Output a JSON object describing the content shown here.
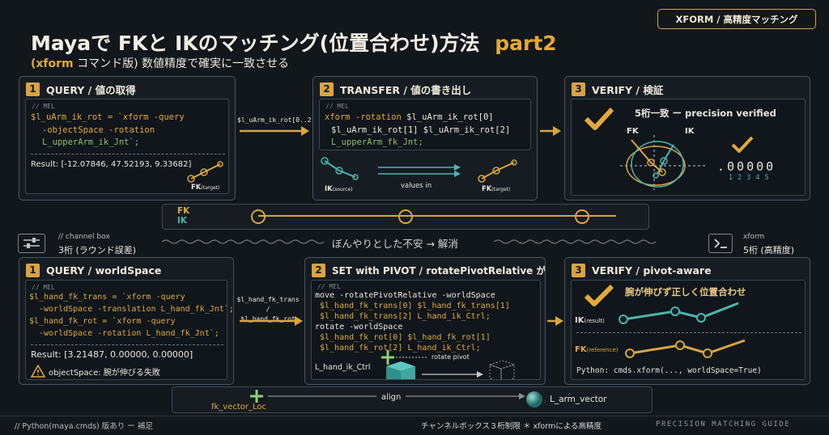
{
  "title": {
    "main_prefix": "Mayaで FKと IKのマッチング(位置合わせ)方法",
    "main_suffix": "part2",
    "sub_tag": "(xform",
    "sub_rest": "コマンド版) 数値精度で確実に一致させる",
    "badge": "XFORM / 高精度マッチング"
  },
  "top": {
    "query": {
      "num": "1",
      "title": "QUERY / 値の取得",
      "comment": "// MEL",
      "lines": [
        "$l_uArm_ik_rot = `xform -query",
        "-objectSpace -rotation",
        "L_upperArm_ik_Jnt`;"
      ],
      "result": "Result: [-12.07846, 47.52193, 9.33682]",
      "fk_label": "FK",
      "fk_sub": "(target)"
    },
    "arrow1_label": "$l_uArm_ik_rot[0..2]",
    "transfer": {
      "num": "2",
      "title": "TRANSFER / 値の書き出し",
      "comment": "// MEL",
      "line1_a": "xform -rotation ",
      "line1_b": "$l_uArm_ik_rot[0]",
      "line2": "$l_uArm_ik_rot[1] $l_uArm_ik_rot[2]",
      "line3": "L_upperArm_fk_Jnt;",
      "ik_label": "IK",
      "ik_sub": "(source)",
      "values_in": "values in",
      "fk_label": "FK",
      "fk_sub": "(target)"
    },
    "verify": {
      "num": "3",
      "title": "VERIFY / 検証",
      "heading": "5桁一致 ー precision verified",
      "fk": "FK",
      "ik": "IK",
      "decimal": ".00000",
      "digits": "12345"
    }
  },
  "bar": {
    "fk": "FK",
    "ik": "IK"
  },
  "divider": {
    "left_small": "// channel box",
    "left_big": "3桁 (ラウンド誤差)",
    "center": "ぼんやりとした不安 → 解消",
    "right_small": "xform",
    "right_big": "5桁 (高精度)"
  },
  "bottom": {
    "query": {
      "num": "1",
      "title": "QUERY / worldSpace",
      "comment": "// MEL",
      "lines": [
        "$l_hand_fk_trans = `xform -query",
        "-worldSpace -translation L_hand_fk_Jnt`;",
        "$l_hand_fk_rot = `xform -query",
        "-worldSpace -rotation L_hand_fk_Jnt`;"
      ],
      "result": "Result: [3.21487, 0.00000, 0.00000]",
      "warning": "objectSpace: 腕が伸びる失敗"
    },
    "arrow_label": [
      "$l_hand_fk_trans",
      "/",
      "$l_hand_fk_rot"
    ],
    "set": {
      "num": "2",
      "title": "SET with PIVOT / rotatePivotRelative が肝",
      "comment": "// MEL",
      "lines_orange": [
        "move -rotatePivotRelative -worldSpace",
        "$l_hand_fk_trans[0] $l_hand_fk_trans[1]",
        "$l_hand_fk_trans[2] L_hand_ik_Ctrl;",
        "rotate -worldSpace",
        "$l_hand_fk_rot[0] $l_hand_fk_rot[1]",
        "$l_hand_fk_rot[2] L_hand_ik_Ctrl;"
      ],
      "rotate_pivot": "rotate pivot",
      "ctrl": "L_hand_ik_Ctrl"
    },
    "verify": {
      "num": "3",
      "title": "VERIFY / pivot-aware",
      "heading": "腕が伸びず正しく位置合わせ",
      "ik": "IK",
      "ik_sub": "(result)",
      "fk": "FK",
      "fk_sub": "(reference)",
      "python": "Python: cmds.xform(..., worldSpace=True)"
    },
    "align": {
      "left": "fk_vector_Loc",
      "center": "align",
      "right": "L_arm_vector"
    }
  },
  "footer": {
    "left": "// Python(maya.cmds) 版あり ー 補足",
    "center": "チャンネルボックス３桁制限 ＊ xformによる高精度",
    "right": "PRECISION MATCHING GUIDE"
  },
  "colors": {
    "accent": "#d9a441",
    "teal": "#4fb3b0",
    "code_green": "#8fbf6a",
    "bg": "#12171c"
  }
}
